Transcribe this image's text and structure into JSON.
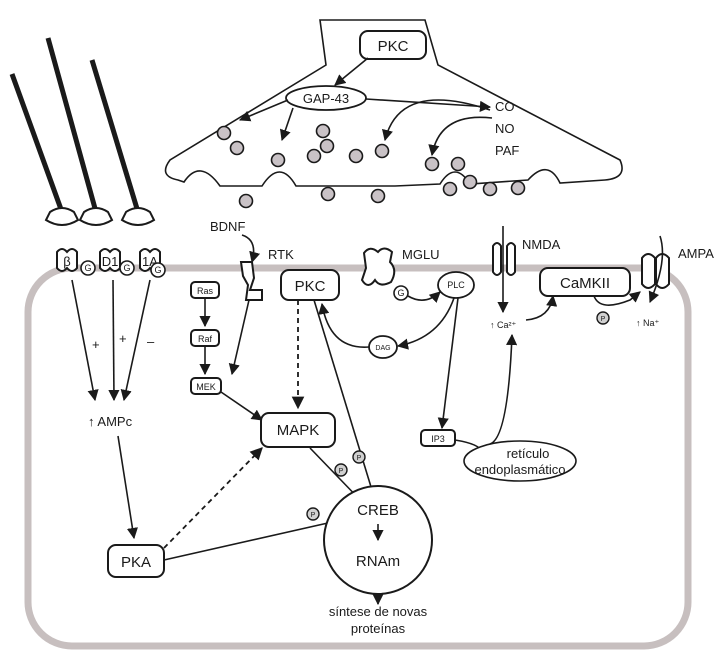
{
  "presynaptic": {
    "pkc": "PKC",
    "gap43": "GAP-43",
    "messengers": [
      "CO",
      "NO",
      "PAF"
    ]
  },
  "bdnf": "BDNF",
  "receptors": {
    "beta": "β",
    "d1": "D1",
    "a1a": "1A",
    "g": "G",
    "rtk": "RTK",
    "mglu": "MGLU",
    "nmda": "NMDA",
    "ampa": "AMPA"
  },
  "signs": {
    "plus1": "+",
    "plus2": "+",
    "minus": "–"
  },
  "nodes": {
    "ampc": "↑ AMPc",
    "pka": "PKA",
    "ras": "Ras",
    "raf": "Raf",
    "mek": "MEK",
    "mapk": "MAPK",
    "pkc": "PKC",
    "plc": "PLC",
    "dag": "DAG",
    "ip3": "IP3",
    "camkii": "CaMKII",
    "creb": "CREB",
    "rnam": "RNAm",
    "p": "P"
  },
  "ions": {
    "ca": "↑ Ca²⁺",
    "na": "↑ Na⁺"
  },
  "er": {
    "line1": "retículo",
    "line2": "endoplasmático"
  },
  "output": {
    "line1": "síntese de novas",
    "line2": "proteínas"
  }
}
